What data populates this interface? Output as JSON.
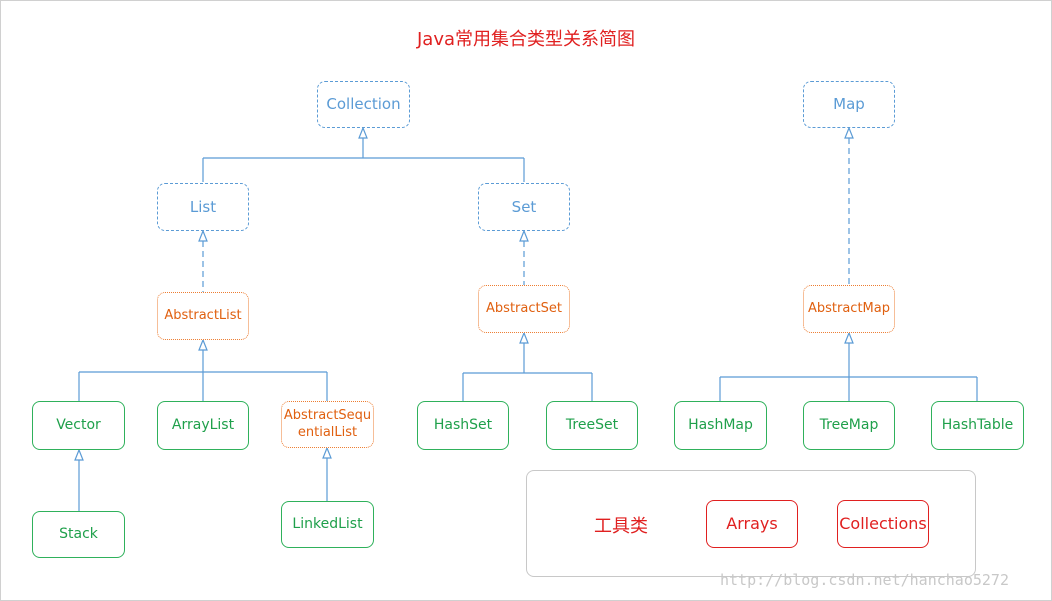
{
  "title": "Java常用集合类型关系简图",
  "nodes": {
    "collection": "Collection",
    "map": "Map",
    "list": "List",
    "set": "Set",
    "abstract_list": "AbstractList",
    "abstract_set": "AbstractSet",
    "abstract_map": "AbstractMap",
    "vector": "Vector",
    "array_list": "ArrayList",
    "abstract_sequential_list_line1": "AbstractSequ",
    "abstract_sequential_list_line2": "entialList",
    "hash_set": "HashSet",
    "tree_set": "TreeSet",
    "hash_map": "HashMap",
    "tree_map": "TreeMap",
    "hash_table": "HashTable",
    "stack": "Stack",
    "linked_list": "LinkedList"
  },
  "utilities": {
    "label": "工具类",
    "items": [
      "Arrays",
      "Collections"
    ]
  },
  "watermark": "http://blog.csdn.net/hanchao5272",
  "colors": {
    "interface": "#5b9bd5",
    "abstract": "#ed7d31",
    "concrete": "#2fb15b",
    "utility": "#e02020",
    "title": "#e02020"
  }
}
